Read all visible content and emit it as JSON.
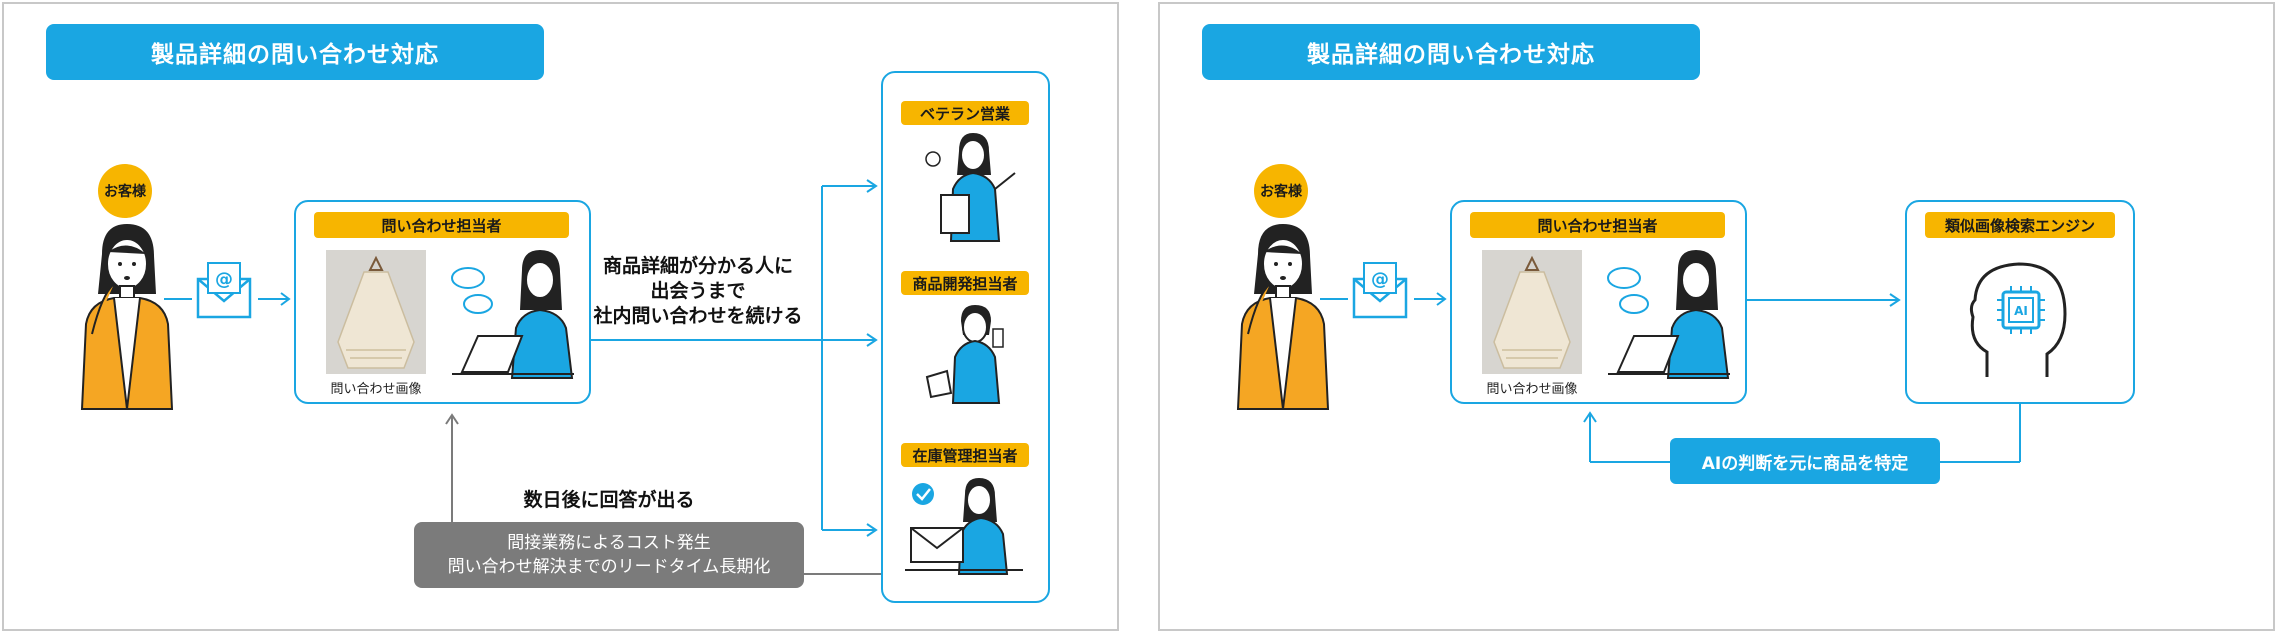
{
  "left": {
    "title": "製品詳細の問い合わせ対応",
    "customer_label": "お客様",
    "staff_label": "問い合わせ担当者",
    "image_caption": "問い合わせ画像",
    "search_text": [
      "商品詳細が分かる人に",
      "出会うまで",
      "社内問い合わせを続ける"
    ],
    "result_text": "数日後に回答が出る",
    "problem_lines": [
      "間接業務によるコスト発生",
      "問い合わせ解決までのリードタイム長期化"
    ],
    "people": [
      "ベテラン営業",
      "商品開発担当者",
      "在庫管理担当者"
    ]
  },
  "right": {
    "title": "製品詳細の問い合わせ対応",
    "customer_label": "お客様",
    "staff_label": "問い合わせ担当者",
    "image_caption": "問い合わせ画像",
    "engine_label": "類似画像検索エンジン",
    "ai_chip_text": "AI",
    "result_label": "AIの判断を元に商品を特定"
  },
  "colors": {
    "accent": "#1aa6e2",
    "label": "#f7b500",
    "gray": "#7b7b7b",
    "jacket": "#f5a623",
    "suit": "#1aa6e2"
  },
  "icons": [
    "woman-icon",
    "email-icon",
    "operator-icon",
    "poncho-photo",
    "veteran-sales-icon",
    "developer-icon",
    "inventory-icon",
    "ai-head-icon"
  ]
}
